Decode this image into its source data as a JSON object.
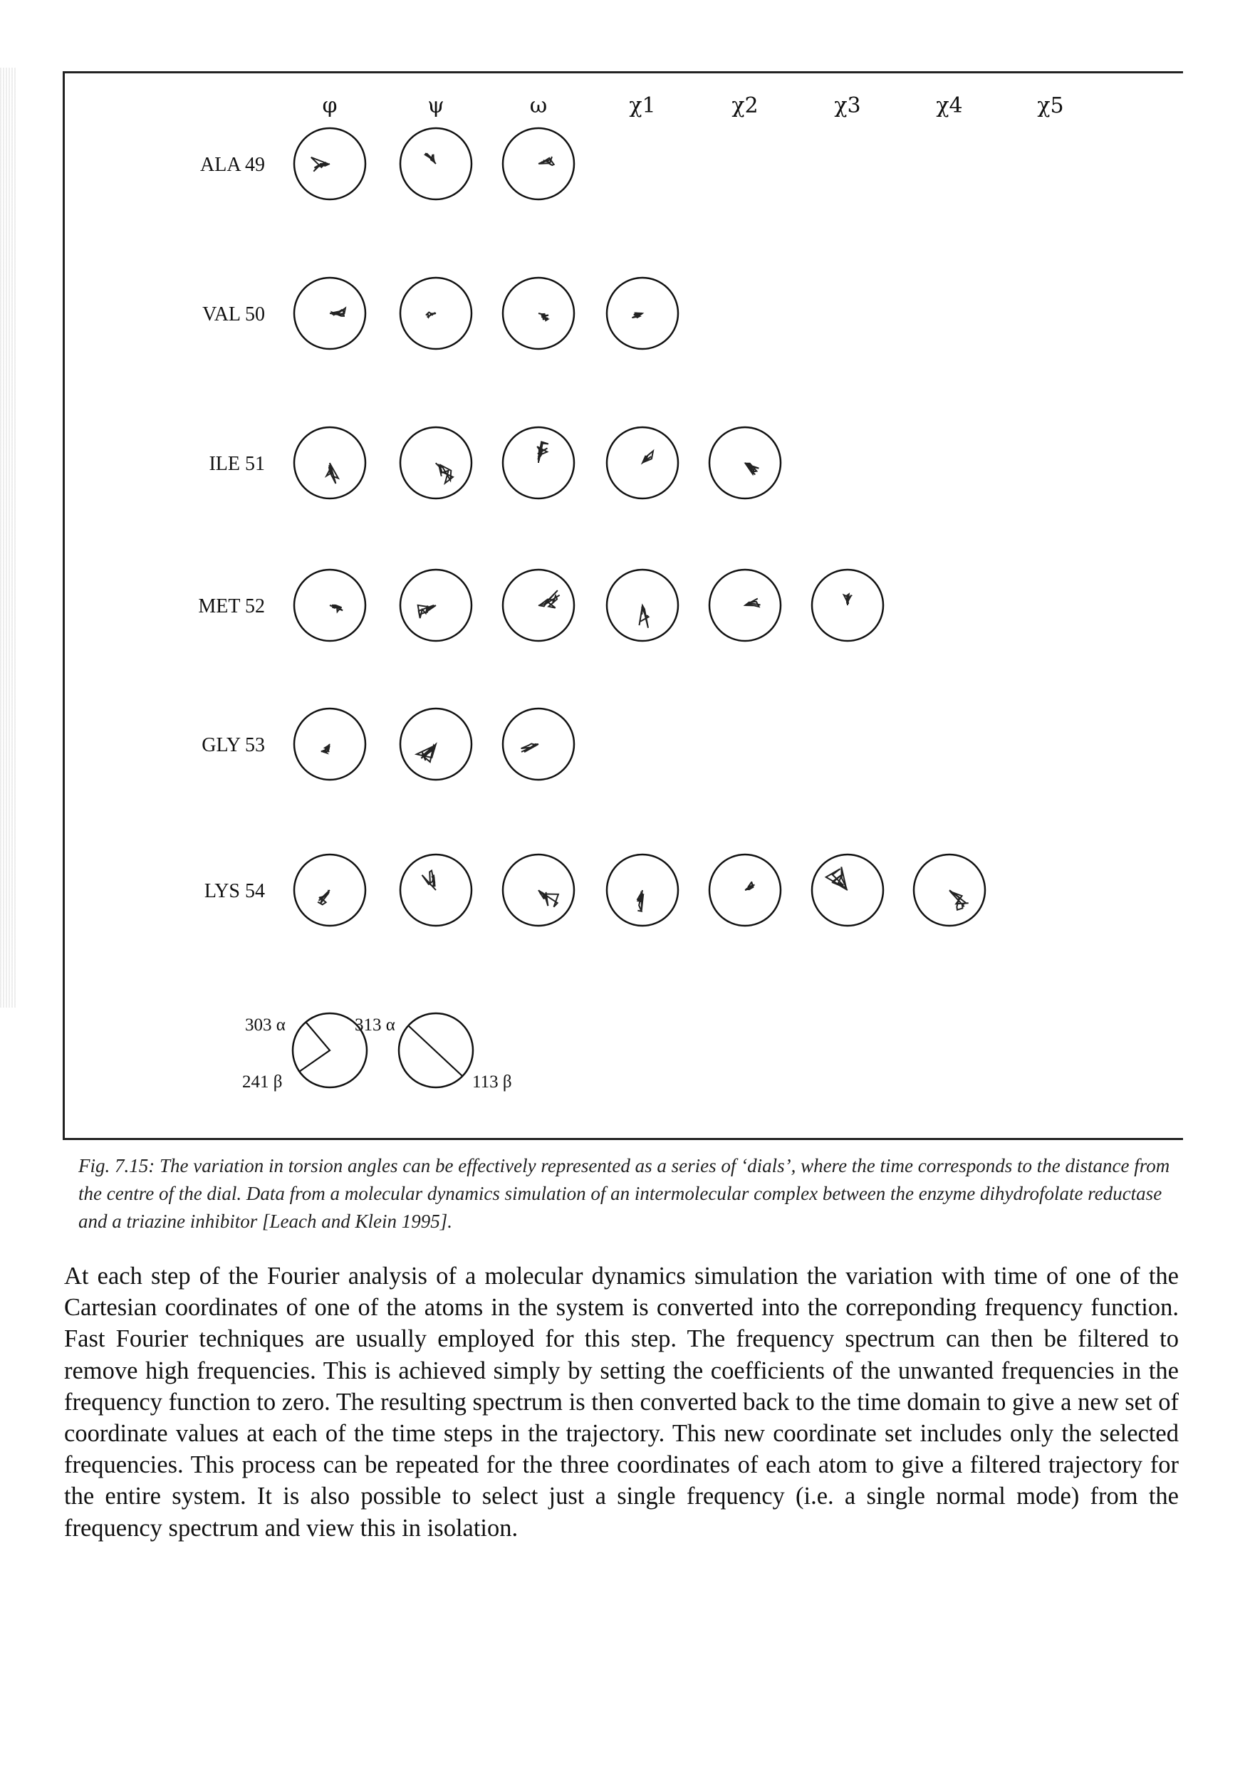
{
  "figure": {
    "column_headers": [
      "φ",
      "ψ",
      "ω",
      "χ1",
      "χ2",
      "χ3",
      "χ4",
      "χ5"
    ],
    "residues": [
      {
        "label": "ALA 49",
        "dial_count": 3
      },
      {
        "label": "VAL 50",
        "dial_count": 4
      },
      {
        "label": "ILE 51",
        "dial_count": 5
      },
      {
        "label": "MET 52",
        "dial_count": 6
      },
      {
        "label": "GLY 53",
        "dial_count": 3
      },
      {
        "label": "LYS 54",
        "dial_count": 7
      }
    ],
    "key": {
      "label_top_left": "303 α",
      "label_bottom_left": "241 β",
      "label_top_right": "313 α",
      "label_bottom_right": "113 β"
    }
  },
  "caption": "Fig. 7.15: The variation in torsion angles can be effectively represented as a series of ‘dials’, where the time corresponds to the distance from the centre of the dial. Data from a molecular dynamics simulation of an intermolecular complex between the enzyme dihydrofolate reductase and a triazine inhibitor [Leach and Klein 1995].",
  "body_paragraph": "At each step of the Fourier analysis of a molecular dynamics simulation the variation with time of one of the Cartesian coordinates of one of the atoms in the system is converted into the correponding frequency function. Fast Fourier techniques are usually employed for this step. The frequency spectrum can then be filtered to remove high frequencies. This is achieved simply by setting the coefficients of the unwanted frequencies in the frequency function to zero. The resulting spectrum is then converted back to the time domain to give a new set of coordinate values at each of the time steps in the trajectory. This new coordinate set includes only the selected frequencies. This process can be repeated for the three coordinates of each atom to give a filtered trajectory for the entire system. It is also possible to select just a single frequency (i.e. a single normal mode) from the frequency spectrum and view this in isolation."
}
